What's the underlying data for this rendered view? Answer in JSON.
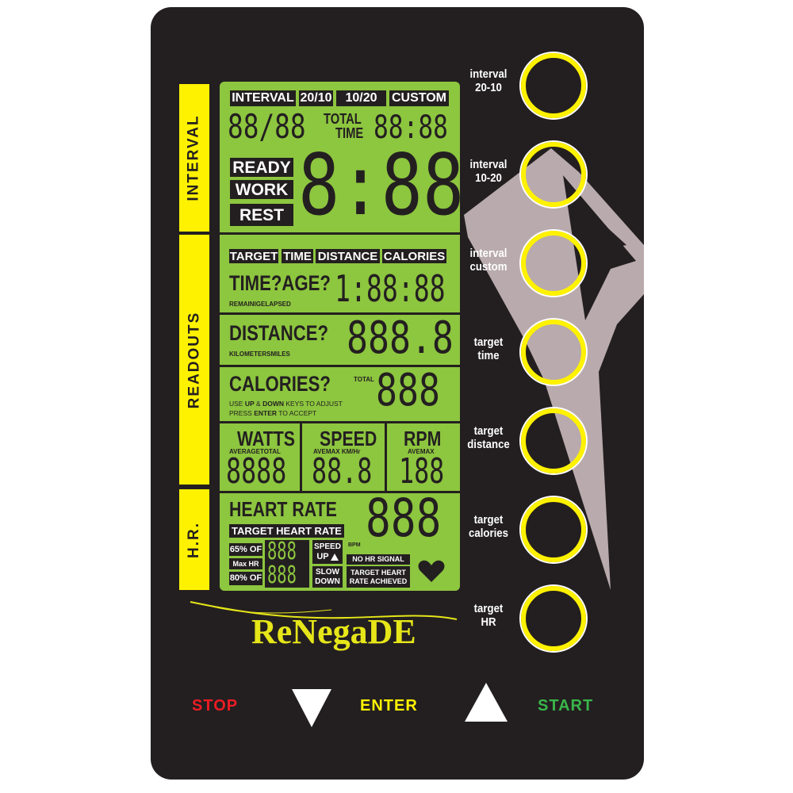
{
  "colors": {
    "panel": "#231f20",
    "lcd": "#8dc63f",
    "accent_yellow": "#fff200",
    "stop_red": "#ed1c24",
    "start_green": "#39b54a",
    "decor_mauve": "#b9aaad"
  },
  "tabs": {
    "interval": "INTERVAL",
    "readouts": "READOUTS",
    "hr": "H.R."
  },
  "interval": {
    "labels": {
      "interval": "INTERVAL",
      "p2010": "20/10",
      "p1020": "10/20",
      "custom": "CUSTOM"
    },
    "counter": "88/88",
    "total": "TOTAL",
    "time_word": "TIME",
    "total_time": "88:88",
    "states": {
      "ready": "READY",
      "work": "WORK",
      "rest": "REST"
    },
    "clock": "8:88"
  },
  "readouts": {
    "headers": {
      "target": "TARGET",
      "time": "TIME",
      "distance": "DISTANCE",
      "calories": "CALORIES"
    },
    "time": {
      "label": "TIME?AGE?",
      "sub": "REMAINIGELAPSED",
      "value": "1:88:88"
    },
    "distance": {
      "label": "DISTANCE?",
      "sub": "KILOMETERSMILES",
      "value": "888.8"
    },
    "calories": {
      "label": "CALORIES?",
      "total": "TOTAL",
      "value": "888",
      "hint1_a": "USE ",
      "hint1_b": "UP",
      "hint1_c": " & ",
      "hint1_d": "DOWN",
      "hint1_e": " KEYS TO ADJUST",
      "hint2_a": "PRESS ",
      "hint2_b": "ENTER",
      "hint2_c": " TO ACCEPT"
    },
    "watts": {
      "label": "WATTS",
      "sub": "AVERAGETOTAL",
      "value": "8888"
    },
    "speed": {
      "label": "SPEED",
      "sub": "AVEMAX KM/Hr",
      "value": "88.8"
    },
    "rpm": {
      "label": "RPM",
      "sub": "AVEMAX",
      "value": "188"
    }
  },
  "hr": {
    "label": "HEART RATE",
    "value": "888",
    "bpm": "BPM",
    "target_label": "TARGET HEART RATE",
    "pct65": "65% OF",
    "maxhr": "Max HR",
    "pct80": "80% OF",
    "upper": "888",
    "lower": "888",
    "speed_word": "SPEED",
    "up_word": "UP",
    "slow_word": "SLOW",
    "down_word": "DOWN",
    "no_signal": "NO HR SIGNAL",
    "achieved1": "TARGET HEART",
    "achieved2": "RATE ACHIEVED"
  },
  "buttons": [
    {
      "line1": "interval",
      "line2": "20-10"
    },
    {
      "line1": "interval",
      "line2": "10-20"
    },
    {
      "line1": "interval",
      "line2": "custom"
    },
    {
      "line1": "target",
      "line2": "time"
    },
    {
      "line1": "target",
      "line2": "distance"
    },
    {
      "line1": "target",
      "line2": "calories"
    },
    {
      "line1": "target",
      "line2": "HR"
    }
  ],
  "brand": "ReNegaDE",
  "controls": {
    "stop": "STOP",
    "enter": "ENTER",
    "start": "START"
  },
  "icons": {
    "down": "down-triangle-icon",
    "up": "up-triangle-icon",
    "heart": "heart-icon",
    "up_arrow": "up-arrow-icon"
  }
}
